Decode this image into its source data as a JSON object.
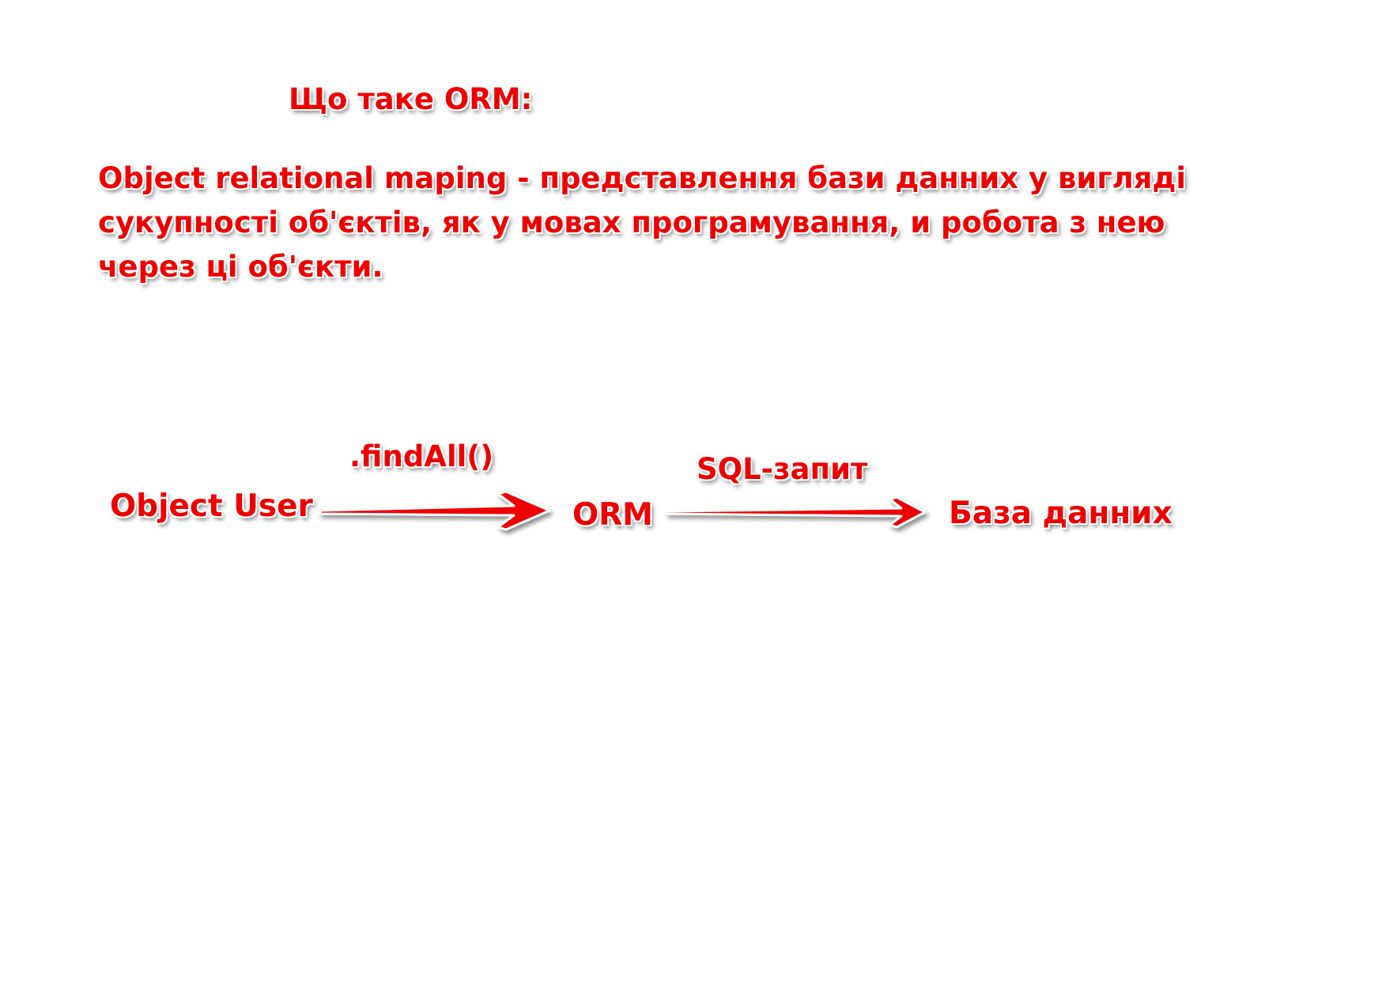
{
  "heading": "Що таке ORM:",
  "definition": {
    "lines": [
      "Object relational maping - представлення бази данних у вигляді",
      "сукупності  об'єктів, як у мовах програмування, и робота з нею",
      "через ці об'єкти."
    ]
  },
  "diagram": {
    "nodes": {
      "user": "Object User",
      "orm": "ORM",
      "database": "База данних"
    },
    "edges": [
      {
        "from": "user",
        "to": "orm",
        "label": ".findAll()"
      },
      {
        "from": "orm",
        "to": "database",
        "label": "SQL-запит"
      }
    ]
  },
  "colors": {
    "text": "#ee0000",
    "arrow": "#ee0000",
    "background": "#ffffff"
  }
}
